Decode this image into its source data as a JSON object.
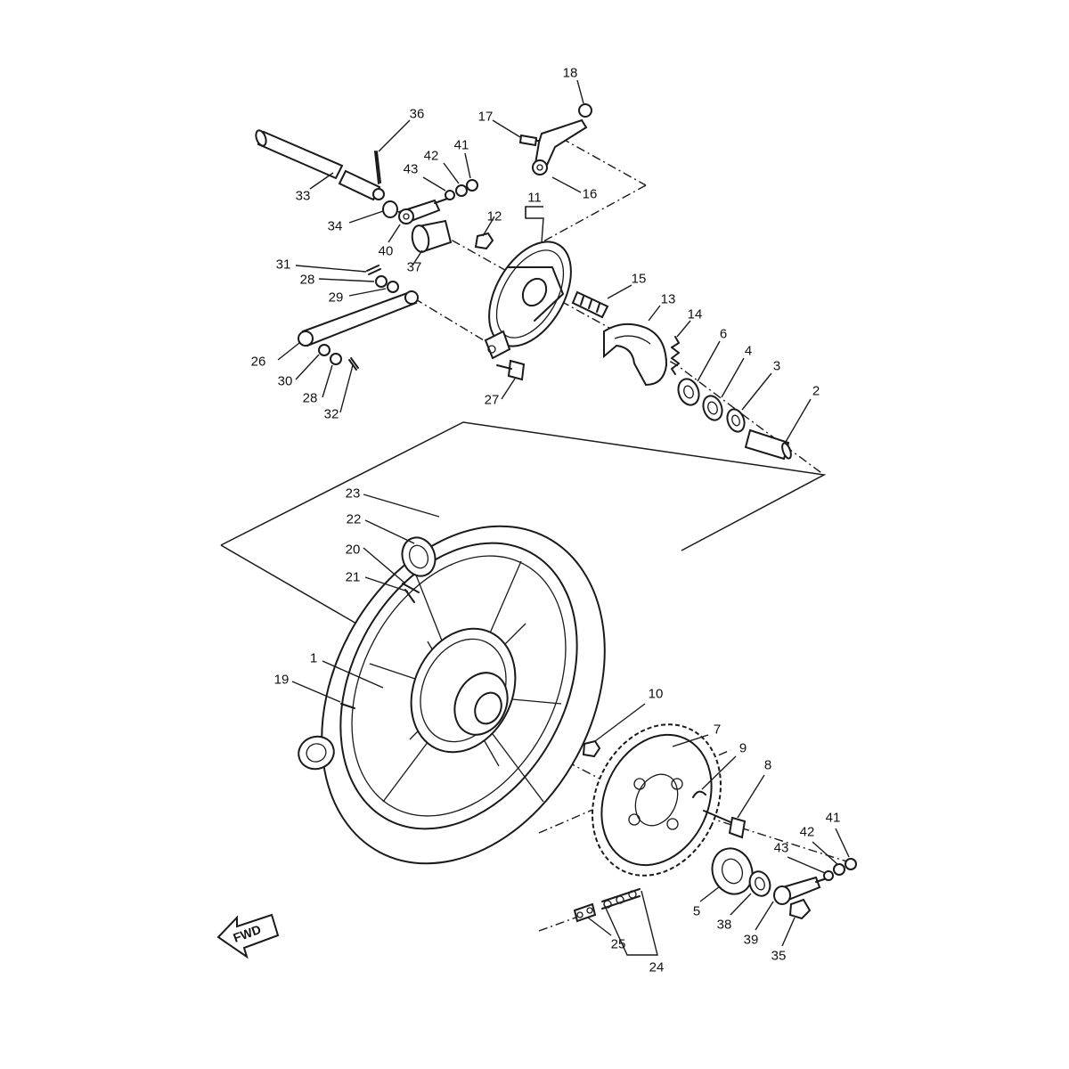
{
  "diagram": {
    "orientation_label": "FWD",
    "callouts": [
      {
        "id": "c18",
        "text": "18"
      },
      {
        "id": "c17",
        "text": "17"
      },
      {
        "id": "c16",
        "text": "16"
      },
      {
        "id": "c36",
        "text": "36"
      },
      {
        "id": "c42a",
        "text": "42"
      },
      {
        "id": "c41a",
        "text": "41"
      },
      {
        "id": "c43a",
        "text": "43"
      },
      {
        "id": "c33",
        "text": "33"
      },
      {
        "id": "c34",
        "text": "34"
      },
      {
        "id": "c40",
        "text": "40"
      },
      {
        "id": "c37",
        "text": "37"
      },
      {
        "id": "c11",
        "text": "11"
      },
      {
        "id": "c12",
        "text": "12"
      },
      {
        "id": "c31",
        "text": "31"
      },
      {
        "id": "c28a",
        "text": "28"
      },
      {
        "id": "c29",
        "text": "29"
      },
      {
        "id": "c26",
        "text": "26"
      },
      {
        "id": "c30",
        "text": "30"
      },
      {
        "id": "c28b",
        "text": "28"
      },
      {
        "id": "c32",
        "text": "32"
      },
      {
        "id": "c27",
        "text": "27"
      },
      {
        "id": "c15",
        "text": "15"
      },
      {
        "id": "c13",
        "text": "13"
      },
      {
        "id": "c14",
        "text": "14"
      },
      {
        "id": "c6",
        "text": "6"
      },
      {
        "id": "c4",
        "text": "4"
      },
      {
        "id": "c3",
        "text": "3"
      },
      {
        "id": "c2",
        "text": "2"
      },
      {
        "id": "c23",
        "text": "23"
      },
      {
        "id": "c22",
        "text": "22"
      },
      {
        "id": "c20",
        "text": "20"
      },
      {
        "id": "c21",
        "text": "21"
      },
      {
        "id": "c1",
        "text": "1"
      },
      {
        "id": "c19",
        "text": "19"
      },
      {
        "id": "c10",
        "text": "10"
      },
      {
        "id": "c7",
        "text": "7"
      },
      {
        "id": "c9",
        "text": "9"
      },
      {
        "id": "c8",
        "text": "8"
      },
      {
        "id": "c41b",
        "text": "41"
      },
      {
        "id": "c42b",
        "text": "42"
      },
      {
        "id": "c43b",
        "text": "43"
      },
      {
        "id": "c5",
        "text": "5"
      },
      {
        "id": "c38",
        "text": "38"
      },
      {
        "id": "c39",
        "text": "39"
      },
      {
        "id": "c35",
        "text": "35"
      },
      {
        "id": "c25",
        "text": "25"
      },
      {
        "id": "c24",
        "text": "24"
      }
    ]
  }
}
